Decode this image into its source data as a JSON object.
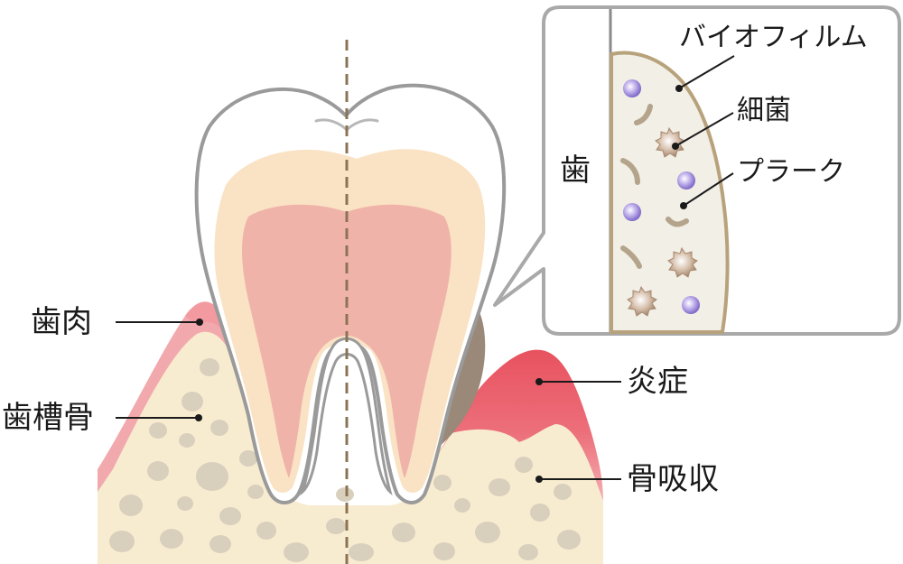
{
  "labels": {
    "gum": "歯肉",
    "alveolar_bone": "歯槽骨",
    "inflammation": "炎症",
    "bone_resorption": "骨吸収"
  },
  "inset": {
    "tooth": "歯",
    "biofilm": "バイオフィルム",
    "bacteria": "細菌",
    "plaque": "プラーク"
  },
  "colors": {
    "gum": "#f2a9ad",
    "bone": "#f8ecd0",
    "bone_spots": "#d9cfbd",
    "enamel_outline": "#9a9a9a",
    "dentin": "#fae3c4",
    "pulp": "#f0b3aa",
    "calculus": "#9a8878",
    "inflamed_gum": "#e8525f",
    "biofilm_edge": "#b8a27c",
    "plaque_fill": "#f1efe6",
    "bacteria_purple": "#9b86d6",
    "bacteria_brown": "#a98a70",
    "center_line": "#8b7355"
  }
}
